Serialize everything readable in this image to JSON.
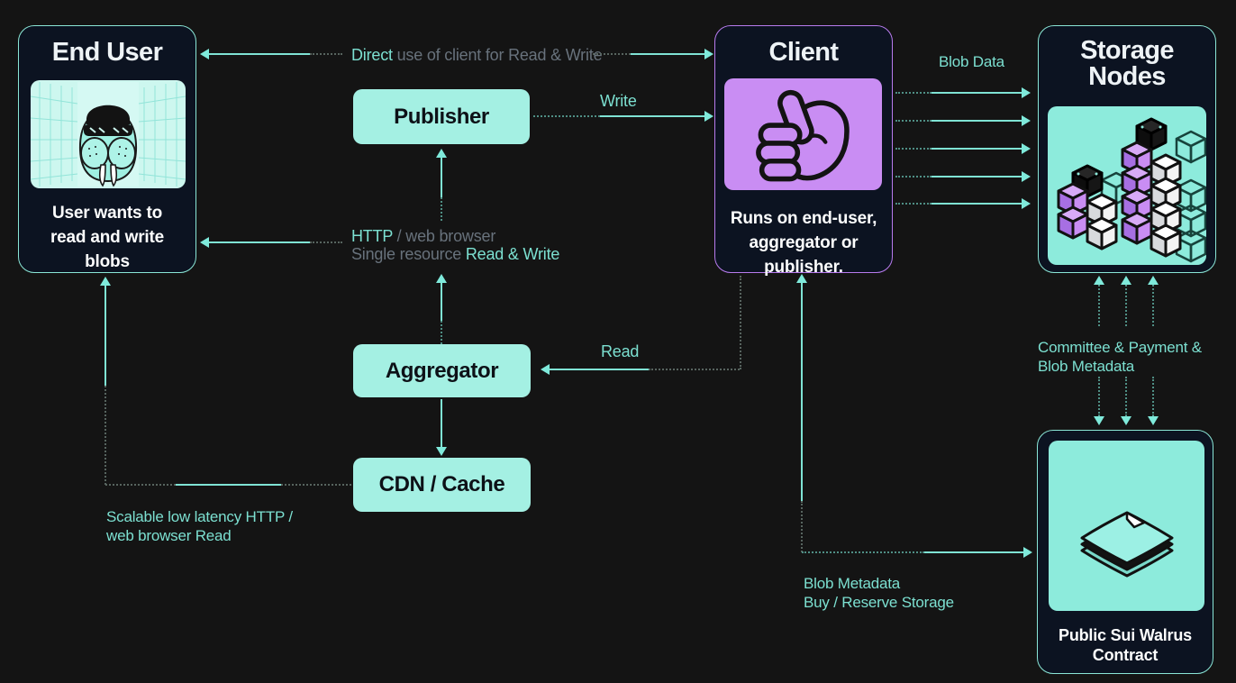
{
  "colors": {
    "background": "#141414",
    "card_background": "#0c1321",
    "accent_teal": "#7fe3d4",
    "accent_purple": "#c98df3",
    "purple_border": "#b87bee",
    "button_fill": "#a4f0e3",
    "gray_text": "#68727c"
  },
  "nodes": {
    "end_user": {
      "title": "End User",
      "caption_lines": [
        "User wants to",
        "read and write",
        "blobs"
      ]
    },
    "client": {
      "title": "Client",
      "caption_lines": [
        "Runs on end-user,",
        "aggregator or",
        "publisher."
      ]
    },
    "storage_nodes": {
      "title_lines": [
        "Storage",
        "Nodes"
      ]
    },
    "contract": {
      "caption_lines": [
        "Public Sui Walrus",
        "Contract"
      ]
    },
    "publisher": {
      "label": "Publisher"
    },
    "aggregator": {
      "label": "Aggregator"
    },
    "cdn": {
      "label": "CDN / Cache"
    }
  },
  "edge_labels": {
    "direct": {
      "highlight": "Direct",
      "rest": " use of client for Read & Write"
    },
    "write": "Write",
    "blob_data": "Blob Data",
    "http": {
      "highlight": "HTTP",
      "rest": " / web browser"
    },
    "single_resource": {
      "rest": "Single resource ",
      "highlight": "Read & Write"
    },
    "read": "Read",
    "committee_lines": [
      "Committee & Payment &",
      "Blob Metadata"
    ],
    "blob_metadata_lines": [
      "Blob Metadata",
      "Buy / Reserve Storage"
    ],
    "scalable_lines": [
      "Scalable low latency HTTP /",
      "web browser Read"
    ]
  }
}
